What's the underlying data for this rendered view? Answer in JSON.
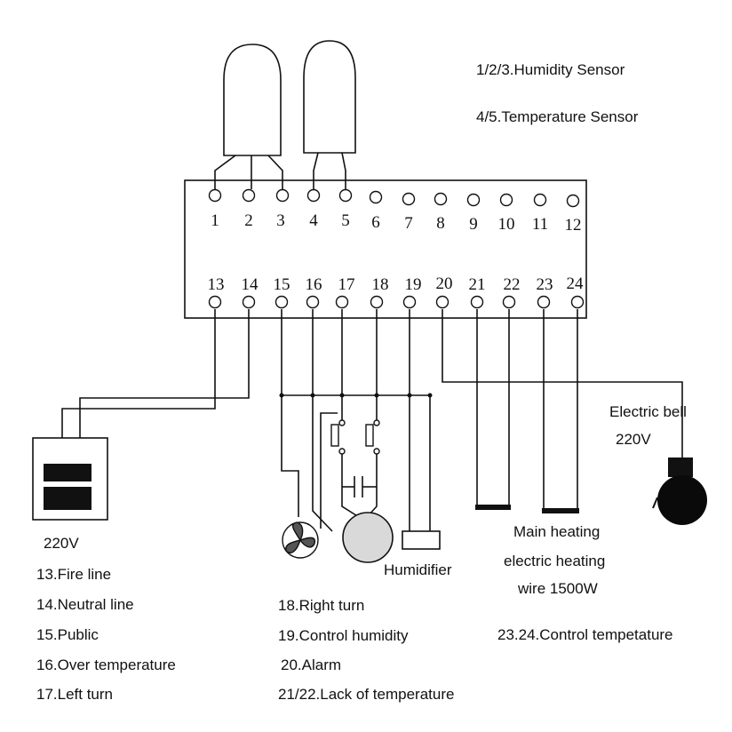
{
  "legend": {
    "sensors_humidity": "1/2/3.Humidity Sensor",
    "sensors_temperature": "4/5.Temperature Sensor"
  },
  "terminals_top": [
    "1",
    "2",
    "3",
    "4",
    "5",
    "6",
    "7",
    "8",
    "9",
    "10",
    "11",
    "12"
  ],
  "terminals_bottom": [
    "13",
    "14",
    "15",
    "16",
    "17",
    "18",
    "19",
    "20",
    "21",
    "22",
    "23",
    "24"
  ],
  "components": {
    "power_label": "220V",
    "bell_label_1": "Electric bell",
    "bell_label_2": "220V",
    "humidifier_label": "Humidifier",
    "heater_line_1": "Main heating",
    "heater_line_2": "electric heating",
    "heater_line_3": "wire 1500W"
  },
  "notes": {
    "col1": [
      "13.Fire line",
      "14.Neutral line",
      "15.Public",
      "16.Over temperature",
      "17.Left turn"
    ],
    "col2": [
      "18.Right turn",
      "19.Control humidity",
      "20.Alarm",
      "21/22.Lack of temperature"
    ],
    "col3": [
      "23.24.Control tempetature"
    ]
  },
  "colors": {
    "ink": "#111111",
    "motor_fill": "#d9d9d9",
    "bell_fill": "#0a0a0a"
  }
}
